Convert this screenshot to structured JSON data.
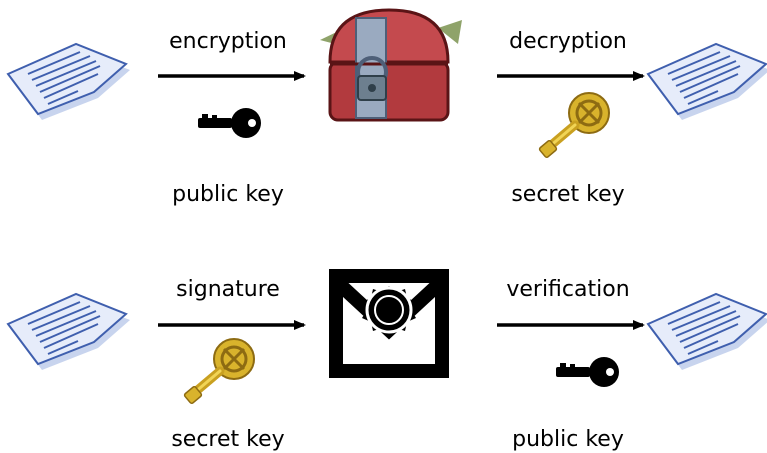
{
  "rows": [
    {
      "first_arrow_label": "encryption",
      "second_arrow_label": "decryption",
      "first_key_caption": "public key",
      "second_key_caption": "secret key",
      "middle_icon": "treasure-chest-icon"
    },
    {
      "first_arrow_label": "signature",
      "second_arrow_label": "verification",
      "first_key_caption": "secret key",
      "second_key_caption": "public key",
      "middle_icon": "sealed-envelope-icon"
    }
  ],
  "icons": {
    "document": "document-icon",
    "public_key": "black-key-icon",
    "secret_key": "gold-key-icon"
  },
  "colors": {
    "document_fill": "#dfe6f7",
    "document_stroke": "#3f5fae",
    "chest_body": "#b23a3e",
    "gold_key": "#d8b42a",
    "black_key": "#000000"
  }
}
